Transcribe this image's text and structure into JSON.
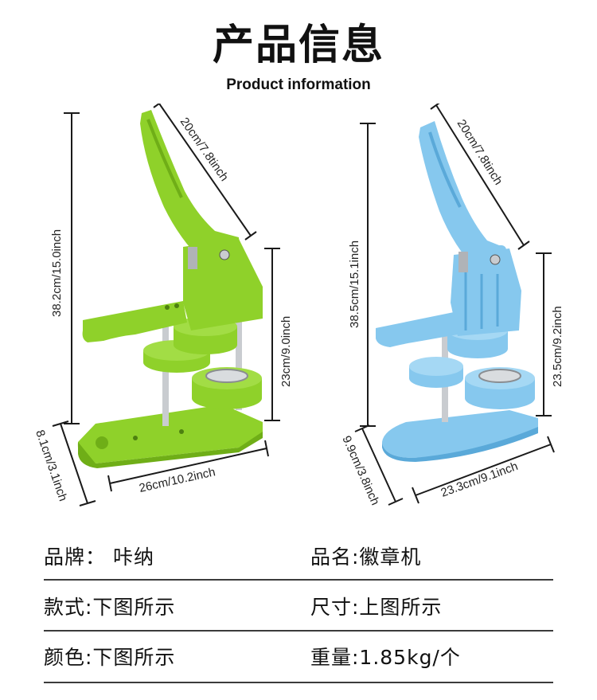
{
  "header": {
    "title": "产品信息",
    "subtitle": "Product information"
  },
  "products": {
    "green": {
      "color": "#8fd12a",
      "dark_color": "#6fae17",
      "handle_length": "20cm/7.8tinch",
      "total_height": "38.2cm/15.0inch",
      "body_height": "23cm/9.0inch",
      "base_depth": "8.1cm/3.1inch",
      "base_width": "26cm/10.2inch"
    },
    "blue": {
      "color": "#86c8ee",
      "dark_color": "#5aa9d9",
      "handle_length": "20cm/7.8tinch",
      "total_height": "38.5cm/15.1inch",
      "body_height": "23.5cm/9.2inch",
      "base_depth": "9.9cm/3.8inch",
      "base_width": "23.3cm/9.1inch"
    }
  },
  "specs": {
    "brand": "品牌：  咔纳",
    "product_name": "品名:徽章机",
    "style": "款式:下图所示",
    "size": "尺寸:上图所示",
    "color": "颜色:下图所示",
    "weight": "重量:1.85kg/个"
  }
}
